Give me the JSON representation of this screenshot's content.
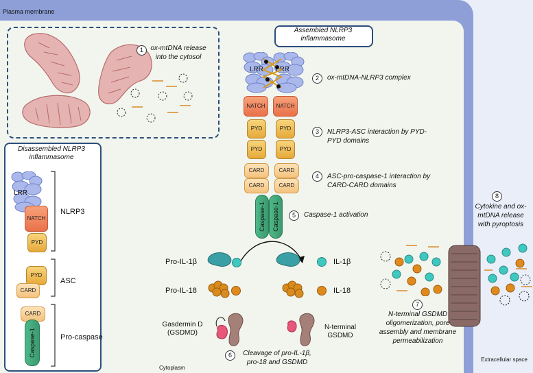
{
  "labels": {
    "plasma_membrane": "Plasma membrane",
    "cytoplasm": "Cytoplasm",
    "extracellular": "Extracellular space"
  },
  "assembled_box": "Assembled NLRP3 inflammasome",
  "disassembled_box": "Disassembled NLRP3 inflammasome",
  "steps": [
    {
      "n": "1",
      "text": "ox-mtDNA release into the cytosol"
    },
    {
      "n": "2",
      "text": "ox-mtDNA-NLRP3 complex"
    },
    {
      "n": "3",
      "text": "NLRP3-ASC interaction by PYD-PYD domains"
    },
    {
      "n": "4",
      "text": "ASC-pro-caspase-1 interaction by CARD-CARD domains"
    },
    {
      "n": "5",
      "text": "Caspase-1 activation"
    },
    {
      "n": "6",
      "text": "Cleavage of pro-IL-1β, pro-18 and GSDMD"
    },
    {
      "n": "7",
      "text": "N-terminal GSDMD oligomerization, pore assembly and membrane permeabilization"
    },
    {
      "n": "8",
      "text": "Cytokine and ox-mtDNA release with pyroptosis"
    }
  ],
  "domains": {
    "lrr": "LRR",
    "natch": "NATCH",
    "pyd": "PYD",
    "card": "CARD",
    "caspase": "Caspase-1"
  },
  "groups": {
    "nlrp3": "NLRP3",
    "asc": "ASC",
    "procaspase": "Pro-caspase"
  },
  "molecules": {
    "pro_il1b": "Pro-IL-1β",
    "il1b": "IL-1β",
    "pro_il18": "Pro-IL-18",
    "il18": "IL-18",
    "gsdmd": "Gasdermin D (GSDMD)",
    "n_gsdmd": "N-terminal GSDMD"
  },
  "colors": {
    "membrane": "#8e9fd8",
    "cytoplasm_bg": "#f2f5ee",
    "box_border": "#2c4f7c",
    "il1b": "#3ec8c0",
    "il18": "#e08a1e"
  }
}
